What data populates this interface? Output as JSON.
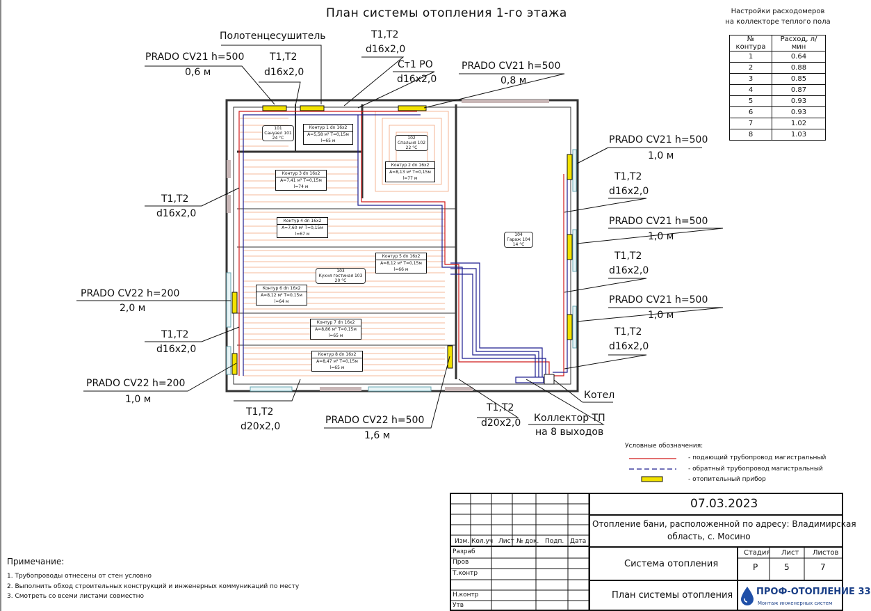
{
  "title": "План системы отопления 1-го этажа",
  "flow_table": {
    "title_line1": "Настройки расходомеров",
    "title_line2": "на коллекторе теплого пола",
    "header_circuit": "№ контура",
    "header_flow": "Расход, л/мин",
    "rows": [
      {
        "n": "1",
        "flow": "0.64"
      },
      {
        "n": "2",
        "flow": "0.88"
      },
      {
        "n": "3",
        "flow": "0.85"
      },
      {
        "n": "4",
        "flow": "0.87"
      },
      {
        "n": "5",
        "flow": "0.93"
      },
      {
        "n": "6",
        "flow": "0.93"
      },
      {
        "n": "7",
        "flow": "1.02"
      },
      {
        "n": "8",
        "flow": "1.03"
      }
    ]
  },
  "callouts": {
    "towel": "Полотенцесушитель",
    "top_left_rad": "PRADO CV21 h=500",
    "top_left_rad_len": "0,6 м",
    "t12_a": "T1,T2",
    "d16_a": "d16x2,0",
    "t12_b": "T1,T2",
    "d16_b": "d16x2,0",
    "st1": "Ст1 РО",
    "d16_st": "d16x2,0",
    "top_right_rad": "PRADO CV21 h=500",
    "top_right_rad_len": "0,8 м",
    "left_t12": "T1,T2",
    "left_d16": "d16x2,0",
    "left_cv22_a": "PRADO CV22 h=200",
    "left_cv22_a_len": "2,0 м",
    "left_t12_b": "T1,T2",
    "left_d16_b": "d16x2,0",
    "left_cv22_b": "PRADO CV22 h=200",
    "left_cv22_b_len": "1,0 м",
    "bottom_t12": "T1,T2",
    "bottom_d20": "d20x2,0",
    "bottom_cv22": "PRADO CV22 h=500",
    "bottom_cv22_len": "1,6 м",
    "bottom_t12_b": "T1,T2",
    "bottom_d20_b": "d20x2,0",
    "collector": "Коллектор ТП",
    "collector_outputs": "на 8 выходов",
    "boiler": "Котел",
    "right_rad1": "PRADO CV21 h=500",
    "right_rad1_len": "1,0 м",
    "right_t12_1": "T1,T2",
    "right_d16_1": "d16x2,0",
    "right_rad2": "PRADO CV21 h=500",
    "right_rad2_len": "1,0 м",
    "right_t12_2": "T1,T2",
    "right_d16_2": "d16x2,0",
    "right_rad3": "PRADO CV21 h=500",
    "right_rad3_len": "1,0 м",
    "right_t12_3": "T1,T2",
    "right_d16_3": "d16x2,0"
  },
  "rooms": [
    {
      "num": "101",
      "name": "Санузел 101",
      "temp": "24 °С"
    },
    {
      "num": "102",
      "name": "Спальня 102",
      "temp": "22 °С"
    },
    {
      "num": "103",
      "name": "Кухня гостиная 103",
      "temp": "20 °С"
    },
    {
      "num": "104",
      "name": "Гараж 104",
      "temp": "14 °С"
    }
  ],
  "circuits": [
    {
      "title": "Контур 1 dn 16x2",
      "area": "A=5,58 м² T=0,15м",
      "len": "l=65 м"
    },
    {
      "title": "Контур 2 dn 16x2",
      "area": "A=8,13 м² T=0,15м",
      "len": "l=77 м"
    },
    {
      "title": "Контур 3 dn 16x2",
      "area": "A=7,41 м² T=0,15м",
      "len": "l=74 м"
    },
    {
      "title": "Контур 4 dn 16x2",
      "area": "A=7,60 м² T=0,15м",
      "len": "l=67 м"
    },
    {
      "title": "Контур 5 dn 16x2",
      "area": "A=8,12 м² T=0,15м",
      "len": "l=66 м"
    },
    {
      "title": "Контур 6 dn 16x2",
      "area": "A=8,12 м² T=0,15м",
      "len": "l=64 м"
    },
    {
      "title": "Контур 7 dn 16x2",
      "area": "A=8,86 м² T=0,15м",
      "len": "l=65 м"
    },
    {
      "title": "Контур 8 dn 16x2",
      "area": "A=8,47 м² T=0,15м",
      "len": "l=65 м"
    }
  ],
  "legend": {
    "title": "Условные обозначения:",
    "supply": "- подающий трубопровод магистральный",
    "return": "- обратный трубопровод магистральный",
    "device": "- отопительный прибор",
    "colors": {
      "supply": "#d11a1a",
      "return": "#1d1d8f",
      "device": "#f2e200",
      "floor_loop": "#f2a37a"
    }
  },
  "notes": {
    "title": "Примечание:",
    "items": [
      "1. Трубопроводы отнесены от стен условно",
      "2. Выполнить обход строительных конструкций и инженерных коммуникаций по месту",
      "3. Смотреть со всеми листами совместно"
    ]
  },
  "stamp": {
    "date": "07.03.2023",
    "project": "Отопление бани, расположенной по адресу: Владимирская",
    "project2": "область, с. Мосино",
    "cols": [
      "Изм.",
      "Кол.уч",
      "Лист",
      "№ док.",
      "Подп.",
      "Дата"
    ],
    "roles": [
      "Разраб",
      "Пров",
      "Т.контр",
      "",
      "Н.контр",
      "Утв"
    ],
    "system": "Система отопления",
    "sheet_title": "План системы отопления",
    "stage_label": "Стадия",
    "sheet_label": "Лист",
    "sheets_label": "Листов",
    "stage": "Р",
    "sheet": "5",
    "sheets": "7",
    "company": "ПРОФ-ОТОПЛЕНИЕ 33",
    "company_sub": "Монтаж инженерных систем"
  }
}
